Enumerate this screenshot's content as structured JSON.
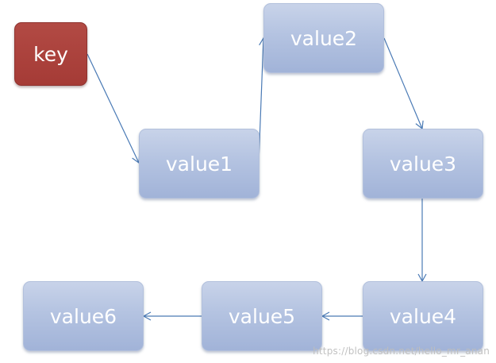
{
  "nodes": {
    "key": "key",
    "value1": "value1",
    "value2": "value2",
    "value3": "value3",
    "value4": "value4",
    "value5": "value5",
    "value6": "value6"
  },
  "edges": [
    {
      "from": "key",
      "to": "value1"
    },
    {
      "from": "value1",
      "to": "value2"
    },
    {
      "from": "value2",
      "to": "value3"
    },
    {
      "from": "value3",
      "to": "value4"
    },
    {
      "from": "value4",
      "to": "value5"
    },
    {
      "from": "value5",
      "to": "value6"
    }
  ],
  "watermark": "https://blog.csdn.net/hello_mr_anan",
  "colors": {
    "key_fill": "#a8403b",
    "value_fill": "#b4c3e1",
    "arrow": "#4a7ab5",
    "label": "#ffffff"
  }
}
